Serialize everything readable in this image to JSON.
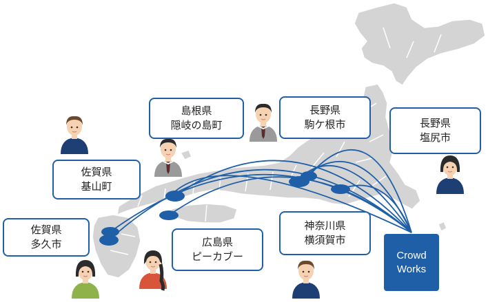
{
  "colors": {
    "accent": "#1f5fa8",
    "map_fill": "#d4d4d4",
    "map_prefecture_lines": "#ffffff",
    "skin": "#f6d2b3",
    "hair_dark": "#2b2b2b"
  },
  "locations": {
    "saga_kiyama": {
      "pref": "佐賀県",
      "city": "基山町"
    },
    "saga_taku": {
      "pref": "佐賀県",
      "city": "多久市"
    },
    "shimane_okinoshima": {
      "pref": "島根県",
      "city": "隠岐の島町"
    },
    "hiroshima_peakabuu": {
      "pref": "広島県",
      "city": "ピーカブー"
    },
    "nagano_komagane": {
      "pref": "長野県",
      "city": "駒ケ根市"
    },
    "nagano_shiojiri": {
      "pref": "長野県",
      "city": "塩尻市"
    },
    "kanagawa_yokosuka": {
      "pref": "神奈川県",
      "city": "横須賀市"
    }
  },
  "crowdworks": {
    "line1": "Crowd",
    "line2": "Works"
  },
  "people_icons": [
    "person-man-icon",
    "person-man-tie-icon",
    "person-man-tie-icon",
    "person-woman-icon",
    "person-boy-icon",
    "person-girl-braid-icon",
    "person-man-icon"
  ]
}
